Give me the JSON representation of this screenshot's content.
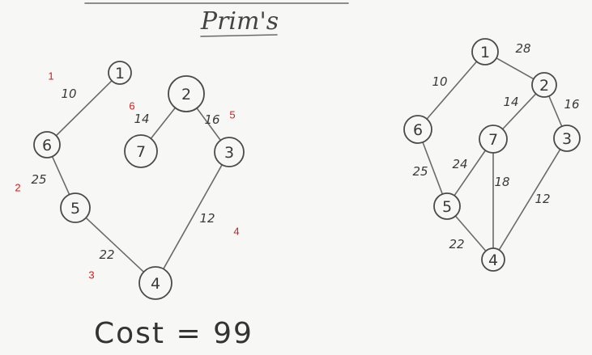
{
  "title": "Prim's",
  "cost_text": "Cost = 99",
  "order_color": "#cc1f1f",
  "graph": {
    "nodes": [
      "1",
      "2",
      "3",
      "4",
      "5",
      "6",
      "7"
    ],
    "edges": [
      {
        "u": "1",
        "v": "2",
        "w": "28"
      },
      {
        "u": "1",
        "v": "6",
        "w": "10"
      },
      {
        "u": "2",
        "v": "7",
        "w": "14"
      },
      {
        "u": "2",
        "v": "3",
        "w": "16"
      },
      {
        "u": "7",
        "v": "5",
        "w": "24"
      },
      {
        "u": "7",
        "v": "4",
        "w": "18"
      },
      {
        "u": "6",
        "v": "5",
        "w": "25"
      },
      {
        "u": "5",
        "v": "4",
        "w": "22"
      },
      {
        "u": "3",
        "v": "4",
        "w": "12"
      }
    ]
  },
  "mst": {
    "edges": [
      {
        "u": "1",
        "v": "6",
        "w": "10",
        "order": "1"
      },
      {
        "u": "6",
        "v": "5",
        "w": "25",
        "order": "2"
      },
      {
        "u": "5",
        "v": "4",
        "w": "22",
        "order": "3"
      },
      {
        "u": "4",
        "v": "3",
        "w": "12",
        "order": "4"
      },
      {
        "u": "3",
        "v": "2",
        "w": "16",
        "order": "5"
      },
      {
        "u": "2",
        "v": "7",
        "w": "14",
        "order": "6"
      }
    ]
  }
}
